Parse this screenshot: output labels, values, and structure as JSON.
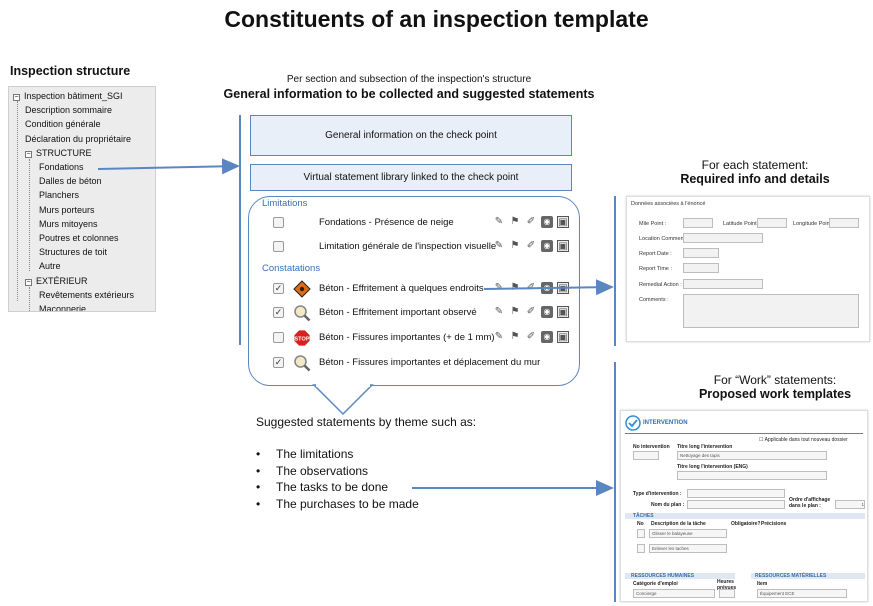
{
  "title": "Constituents of an inspection template",
  "tree": {
    "heading": "Inspection structure",
    "nodes": [
      {
        "label": "Inspection bâtiment_SGI",
        "level": 0,
        "expander": "−"
      },
      {
        "label": "Description sommaire",
        "level": 1,
        "expander": ""
      },
      {
        "label": "Condition générale",
        "level": 1,
        "expander": ""
      },
      {
        "label": "Déclaration du propriétaire",
        "level": 1,
        "expander": ""
      },
      {
        "label": "STRUCTURE",
        "level": 1,
        "expander": "−"
      },
      {
        "label": "Fondations",
        "level": 2,
        "expander": ""
      },
      {
        "label": "Dalles de béton",
        "level": 2,
        "expander": ""
      },
      {
        "label": "Planchers",
        "level": 2,
        "expander": ""
      },
      {
        "label": "Murs porteurs",
        "level": 2,
        "expander": ""
      },
      {
        "label": "Murs mitoyens",
        "level": 2,
        "expander": ""
      },
      {
        "label": "Poutres et colonnes",
        "level": 2,
        "expander": ""
      },
      {
        "label": "Structures de toit",
        "level": 2,
        "expander": ""
      },
      {
        "label": "Autre",
        "level": 2,
        "expander": ""
      },
      {
        "label": "EXTÉRIEUR",
        "level": 1,
        "expander": "−"
      },
      {
        "label": "Revêtements extérieurs",
        "level": 2,
        "expander": ""
      },
      {
        "label": "Maçonnerie",
        "level": 2,
        "expander": ""
      }
    ]
  },
  "middle": {
    "subtitle": "Per section and subsection of the inspection's structure",
    "heading": "General information to be collected and suggested statements",
    "box_general": "General information on the check point",
    "box_library": "Virtual statement library linked to the check point",
    "section_limitations": "Limitations",
    "section_constatations": "Constatations",
    "statements": [
      {
        "text": "Fondations - Présence de neige",
        "checked": false,
        "icon": "none-icon"
      },
      {
        "text": "Limitation générale de l'inspection visuelle",
        "checked": false,
        "icon": "none-icon"
      },
      {
        "text": "Béton - Effritement à quelques endroits",
        "checked": true,
        "icon": "warning-sign-icon"
      },
      {
        "text": "Béton - Effritement important observé",
        "checked": true,
        "icon": "magnifier-icon"
      },
      {
        "text": "Béton - Fissures importantes (+ de 1 mm)",
        "checked": false,
        "icon": "stop-sign-icon"
      },
      {
        "text": "Béton - Fissures importantes et déplacement du mur",
        "checked": true,
        "icon": "magnifier-icon"
      }
    ],
    "suggested_title": "Suggested statements by theme such as:",
    "suggested_items": [
      "The limitations",
      "The observations",
      "The tasks to be done",
      "The purchases to be made"
    ]
  },
  "right_top": {
    "heading1": "For each statement:",
    "heading2": "Required info and details",
    "form_title": "Données associées à l'énoncé",
    "labels": {
      "mile_point": "Mile Point :",
      "latitude": "Latitude Point :",
      "longitude": "Longitude Point :",
      "location_comments": "Location Comments :",
      "report_date": "Report Date :",
      "report_time": "Report Time :",
      "remedial_action": "Remedial Action :",
      "comments": "Comments :"
    }
  },
  "right_bottom": {
    "heading1": "For “Work” statements:",
    "heading2": "Proposed work templates",
    "banner": "INTERVENTION",
    "applicable": "Applicable dans tout nouveau dossier",
    "no_intervention": "No intervention",
    "titre_label": "Titre long l'intervention",
    "titre_value": "Nettoyage des tapis",
    "titre_eng_label": "Titre long l'intervention (ENG)",
    "type_label": "Type d'intervention :",
    "plan_label": "Nom du plan :",
    "ordre_label": "Ordre d'affichage dans le plan :",
    "ordre_value": "1",
    "taches_label": "TÂCHES",
    "col_no": "No",
    "col_desc": "Description de la tâche",
    "col_oblig": "Obligatoire?",
    "col_prec": "Précisions",
    "task1": "Glisser le balayeuse",
    "task2": "Enlever les taches",
    "ress_label": "RESSOURCES HUMAINES",
    "mat_label": "RESSOURCES MATÉRIELLES",
    "cat_label": "Catégorie d'emploi",
    "heures_label": "Heures prévues",
    "item_label": "Item",
    "cat_value": "Concierge",
    "item_value": "Équipement ECE"
  },
  "colors": {
    "accent": "#5a86c2",
    "box_fill": "#e9eff8",
    "section_text": "#3b6fb2"
  }
}
